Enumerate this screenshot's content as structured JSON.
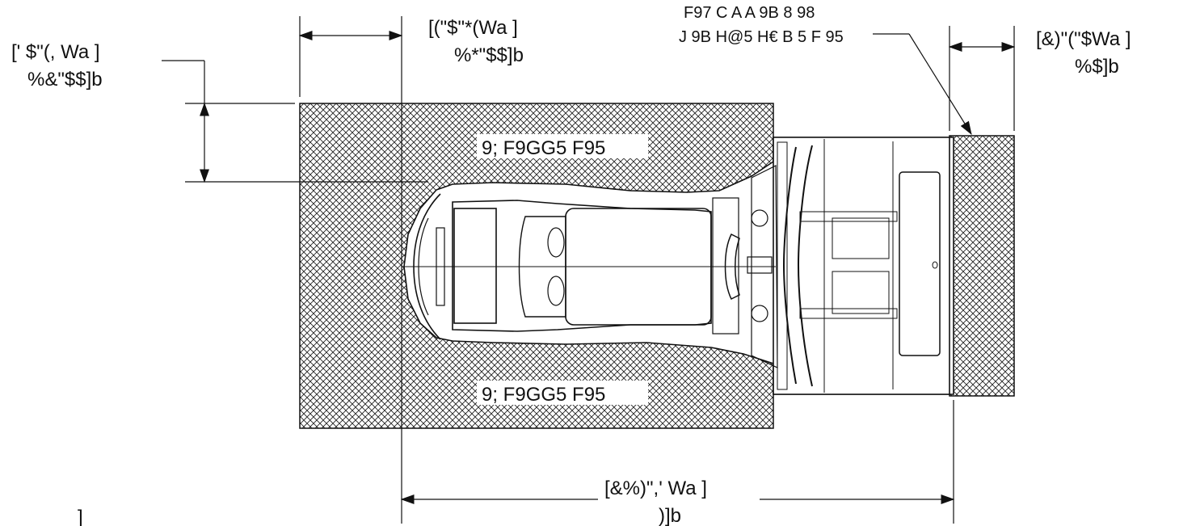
{
  "dimensions": {
    "top_left_width": {
      "bracket_value": "[(\"$\"*(Wa ]",
      "sub_value": "%*\"$$]b"
    },
    "left_height": {
      "bracket_value": "[' $\"(, Wa ]",
      "sub_value": "%&\"$$]b"
    },
    "top_right_width": {
      "bracket_value": "[&)\"(\"$Wa ]",
      "sub_value": "%$]b"
    },
    "bottom_length": {
      "bracket_value": "[&%)\",' Wa ]",
      "sub_value": ")]b"
    },
    "bottom_left_fragment": "]"
  },
  "callout": {
    "line1": "F97 C A A 9B 8 98",
    "line2": "J 9B H@5 H€ B 5 F 95"
  },
  "zones": {
    "top_label": "9; F9GG5 F95",
    "bottom_label": "9; F9GG5 F95"
  },
  "colors": {
    "line": "#111111",
    "hatch": "#1a1a1a",
    "label_bg": "#ffffff"
  }
}
